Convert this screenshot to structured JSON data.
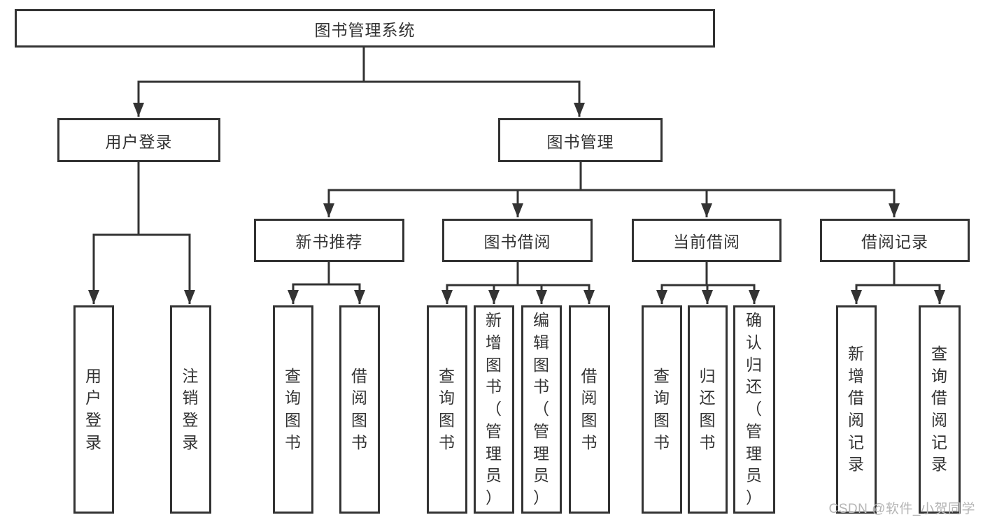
{
  "colors": {
    "line": "#333333",
    "text": "#333333",
    "box_background": "#ffffff",
    "page_background": "#ffffff",
    "watermark": "#b5b5b5"
  },
  "watermark": "CSDN @软件_小贺同学",
  "tree": {
    "root": "图书管理系统",
    "children": [
      {
        "label": "用户登录",
        "children": [
          "用户登录",
          "注销登录"
        ]
      },
      {
        "label": "图书管理",
        "children": [
          {
            "label": "新书推荐",
            "children": [
              "查询图书",
              "借阅图书"
            ]
          },
          {
            "label": "图书借阅",
            "children": [
              "查询图书",
              "新增图书（管理员）",
              "编辑图书（管理员）",
              "借阅图书"
            ]
          },
          {
            "label": "当前借阅",
            "children": [
              "查询图书",
              "归还图书",
              "确认归还（管理员）"
            ]
          },
          {
            "label": "借阅记录",
            "children": [
              "新增借阅记录",
              "查询借阅记录"
            ]
          }
        ]
      }
    ]
  }
}
